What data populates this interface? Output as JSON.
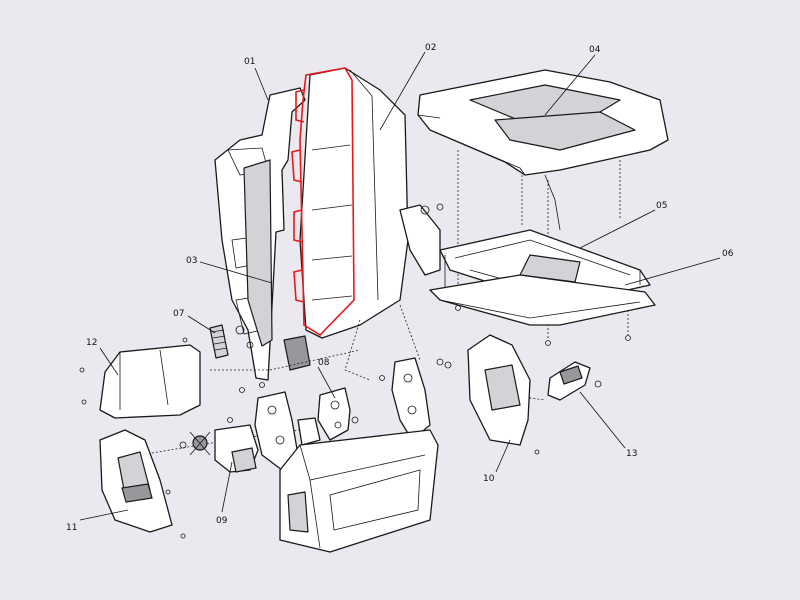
{
  "diagram": {
    "type": "exploded-parts-view",
    "highlight_color": "#e8191a",
    "background_color": "#ebe8f0",
    "callouts": [
      {
        "id": "01",
        "label": "01"
      },
      {
        "id": "02",
        "label": "02"
      },
      {
        "id": "03",
        "label": "03"
      },
      {
        "id": "04",
        "label": "04"
      },
      {
        "id": "05",
        "label": "05"
      },
      {
        "id": "06",
        "label": "06"
      },
      {
        "id": "07",
        "label": "07"
      },
      {
        "id": "08",
        "label": "08"
      },
      {
        "id": "09",
        "label": "09"
      },
      {
        "id": "10",
        "label": "10"
      },
      {
        "id": "11",
        "label": "11"
      },
      {
        "id": "12",
        "label": "12"
      },
      {
        "id": "13",
        "label": "13"
      }
    ]
  }
}
